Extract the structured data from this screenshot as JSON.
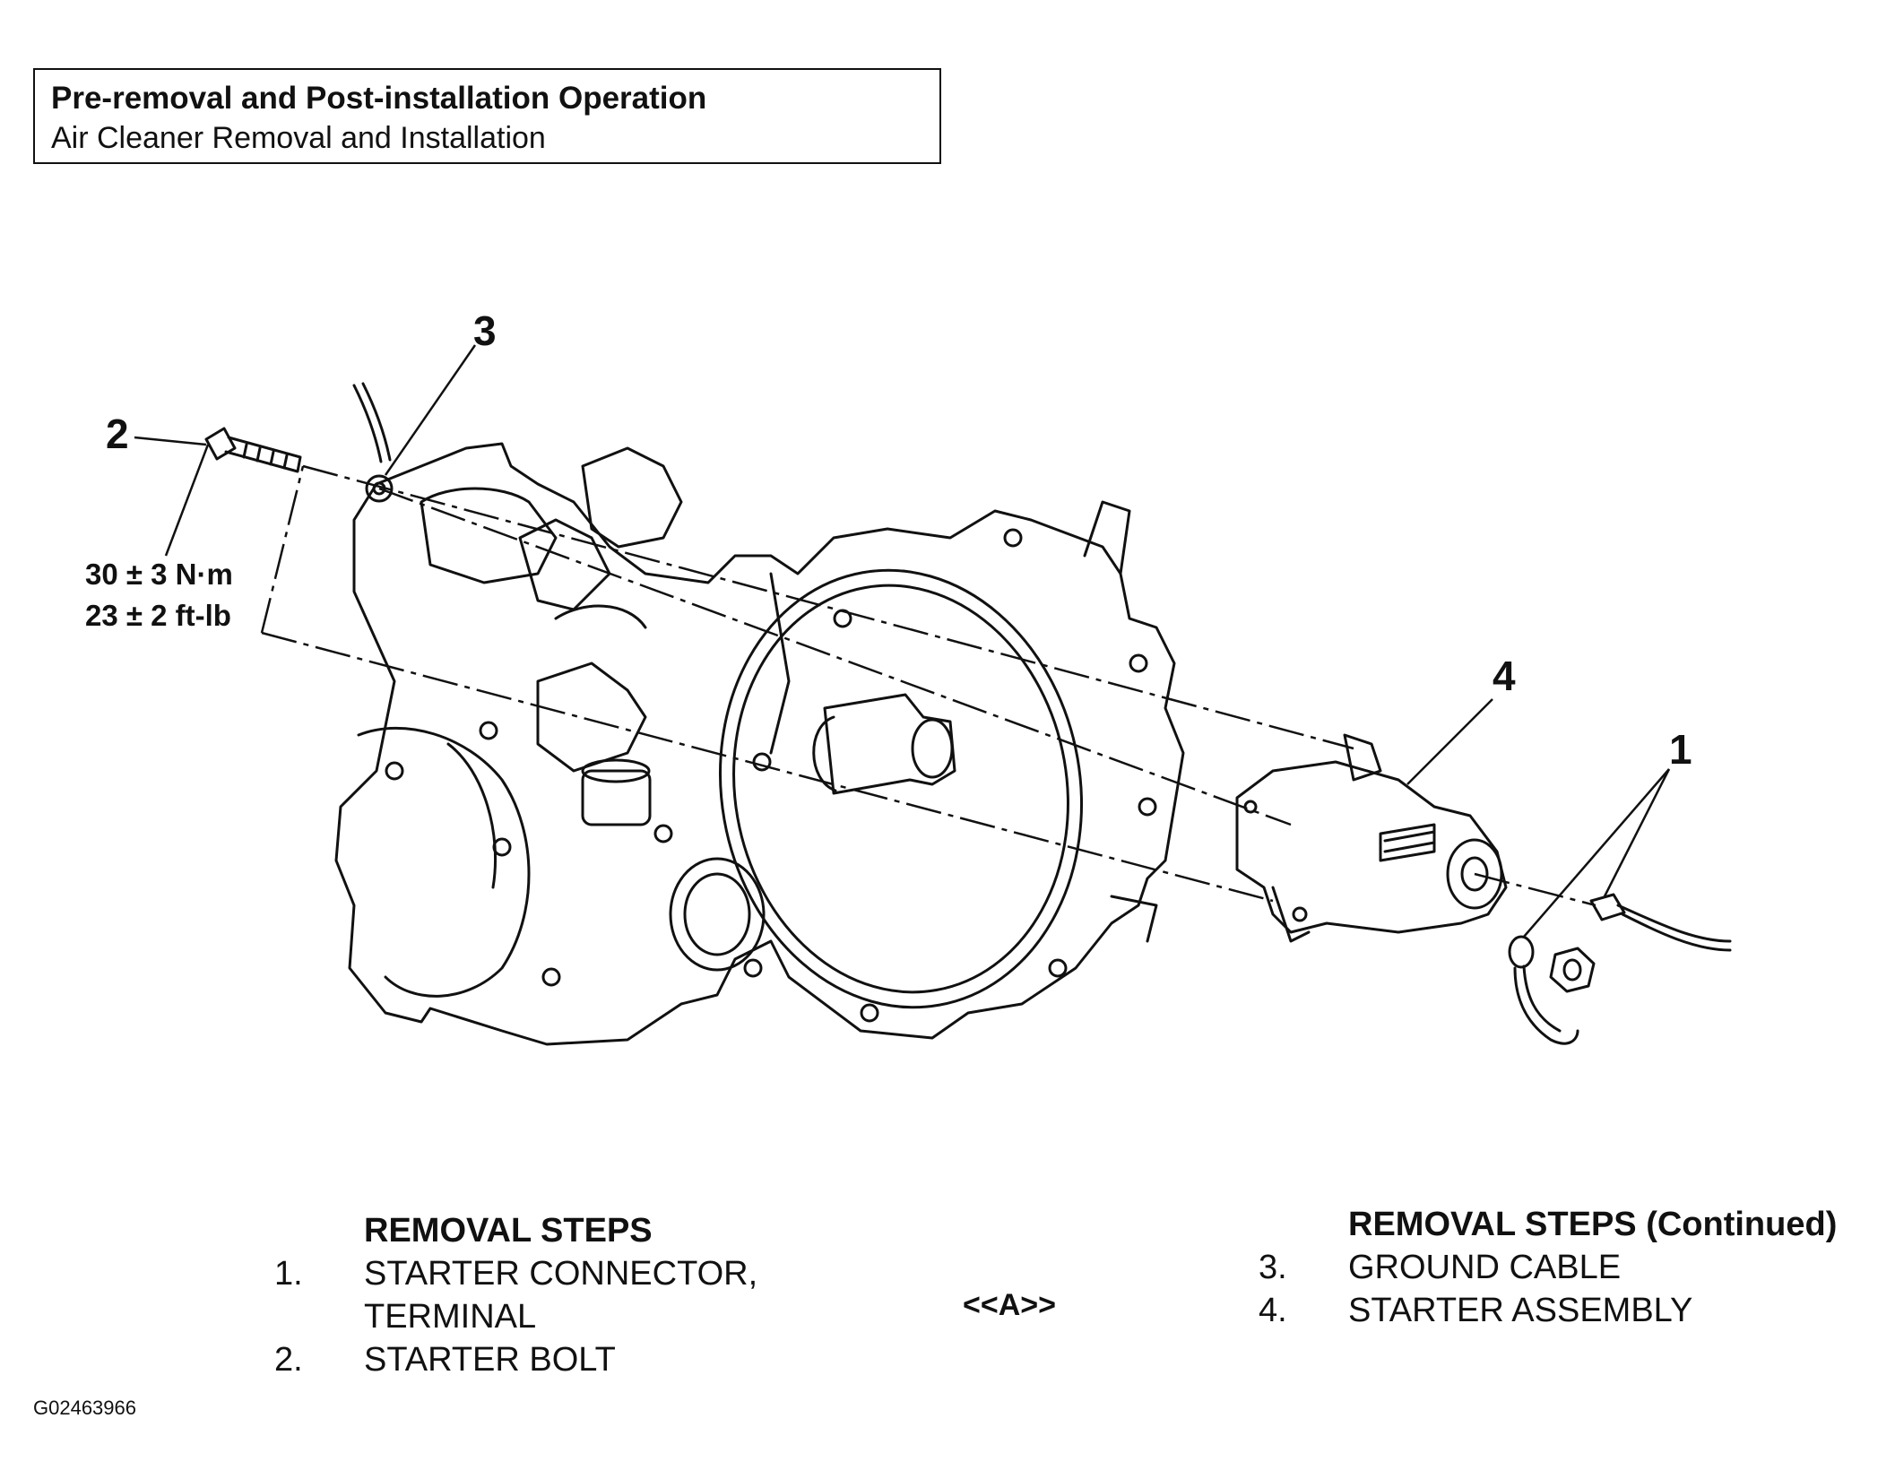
{
  "header": {
    "title": "Pre-removal and Post-installation Operation",
    "subtitle": "Air Cleaner Removal and Installation"
  },
  "callouts": {
    "c1": "1",
    "c2": "2",
    "c3": "3",
    "c4": "4"
  },
  "torque": {
    "metric": "30 ± 3 N·m",
    "imperial": "23 ± 2 ft-lb"
  },
  "removal_steps": {
    "heading": "REMOVAL STEPS",
    "items": [
      {
        "num": "1.",
        "label": "STARTER CONNECTOR,\nTERMINAL"
      },
      {
        "num": "2.",
        "label": "STARTER BOLT"
      }
    ]
  },
  "service_mark": "<<A>>",
  "removal_steps_continued": {
    "heading": "REMOVAL STEPS (Continued)",
    "items": [
      {
        "num": "3.",
        "label": "GROUND CABLE"
      },
      {
        "num": "4.",
        "label": "STARTER ASSEMBLY"
      }
    ]
  },
  "figure_code": "G02463966",
  "colors": {
    "ink": "#111111",
    "background": "#ffffff"
  }
}
